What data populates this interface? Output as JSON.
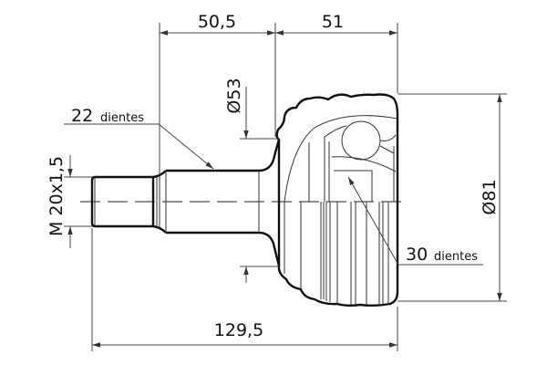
{
  "drawing": {
    "dimensions": {
      "shaft_length": "50,5",
      "housing_length": "51",
      "flange_diameter": "Ø53",
      "housing_diameter": "Ø81",
      "total_length": "129,5",
      "thread": "M 20x1,5"
    },
    "annotations": {
      "shaft_teeth_number": "22",
      "shaft_teeth_word": "dientes",
      "inner_teeth_number": "30",
      "inner_teeth_word": "dientes"
    }
  }
}
